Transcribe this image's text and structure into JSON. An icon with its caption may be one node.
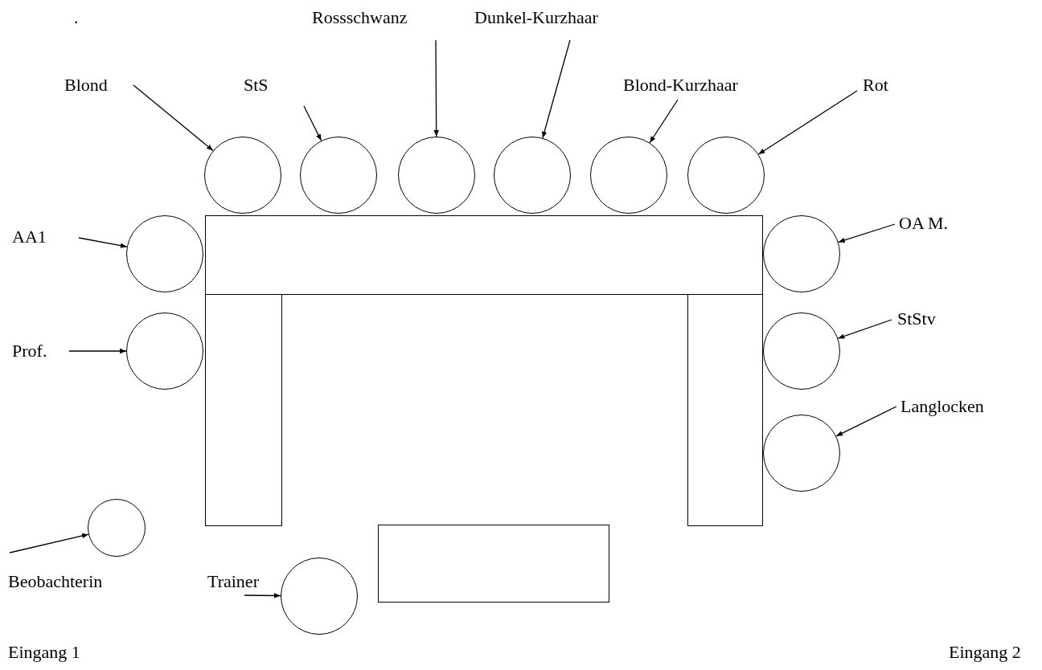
{
  "diagram": {
    "nodes": [
      {
        "text": [
          "Blond"
        ]
      },
      {
        "text": [
          "StS"
        ]
      },
      {
        "text": [
          "Rossschwanz"
        ]
      },
      {
        "text": [
          "Dunkel-Kurzhaar"
        ]
      },
      {
        "text": [
          "Blond-Kurzhaar"
        ]
      },
      {
        "text": [
          "Rot"
        ]
      },
      {
        "text": [
          "AA1"
        ]
      },
      {
        "text": [
          "OA M."
        ]
      },
      {
        "text": [
          "Prof."
        ]
      },
      {
        "text": [
          "StStv"
        ]
      },
      {
        "text": [
          "Langlocken"
        ]
      },
      {
        "text": [],
        "shape": "circle"
      },
      {
        "text": [],
        "shape": "circle"
      },
      {
        "text": [],
        "shape": "circle"
      },
      {
        "text": [],
        "shape": "circle"
      },
      {
        "text": [],
        "shape": "circle"
      },
      {
        "text": [],
        "shape": "circle"
      },
      {
        "text": [],
        "shape": "circle"
      },
      {
        "text": [],
        "shape": "box"
      },
      {
        "text": [],
        "shape": "circle"
      },
      {
        "text": [],
        "shape": "circle"
      },
      {
        "text": [],
        "shape": "box"
      },
      {
        "text": [],
        "shape": "box"
      },
      {
        "text": [],
        "shape": "circle"
      },
      {
        "text": [],
        "shape": "circle"
      },
      {
        "text": [],
        "shape": "box"
      },
      {
        "text": [
          "Beobachterin"
        ]
      },
      {
        "text": [
          "Trainer"
        ]
      },
      {
        "text": [],
        "shape": "circle"
      },
      {
        "text": [],
        "shape": "circle"
      }
    ],
    "edges": [
      {
        "from": 0,
        "to": 11,
        "arrow": "to"
      },
      {
        "from": 1,
        "to": 12,
        "arrow": "to"
      },
      {
        "from": 2,
        "to": 13,
        "arrow": "to"
      },
      {
        "from": 3,
        "to": 14,
        "arrow": "to"
      },
      {
        "from": 4,
        "to": 15,
        "arrow": "to"
      },
      {
        "from": 5,
        "to": 16,
        "arrow": "to"
      },
      {
        "from": 6,
        "to": 17,
        "arrow": "to"
      },
      {
        "from": 7,
        "to": 19,
        "arrow": "to"
      },
      {
        "from": 8,
        "to": 20,
        "arrow": "to"
      },
      {
        "from": 9,
        "to": 23,
        "arrow": "to"
      },
      {
        "from": 10,
        "to": 24,
        "arrow": "to"
      },
      {
        "from": 26,
        "to": 28,
        "arrow": "to"
      },
      {
        "from": 27,
        "to": 29,
        "arrow": "to"
      }
    ],
    "labels": [
      ".",
      "Eingang 1",
      "Eingang 2"
    ]
  }
}
